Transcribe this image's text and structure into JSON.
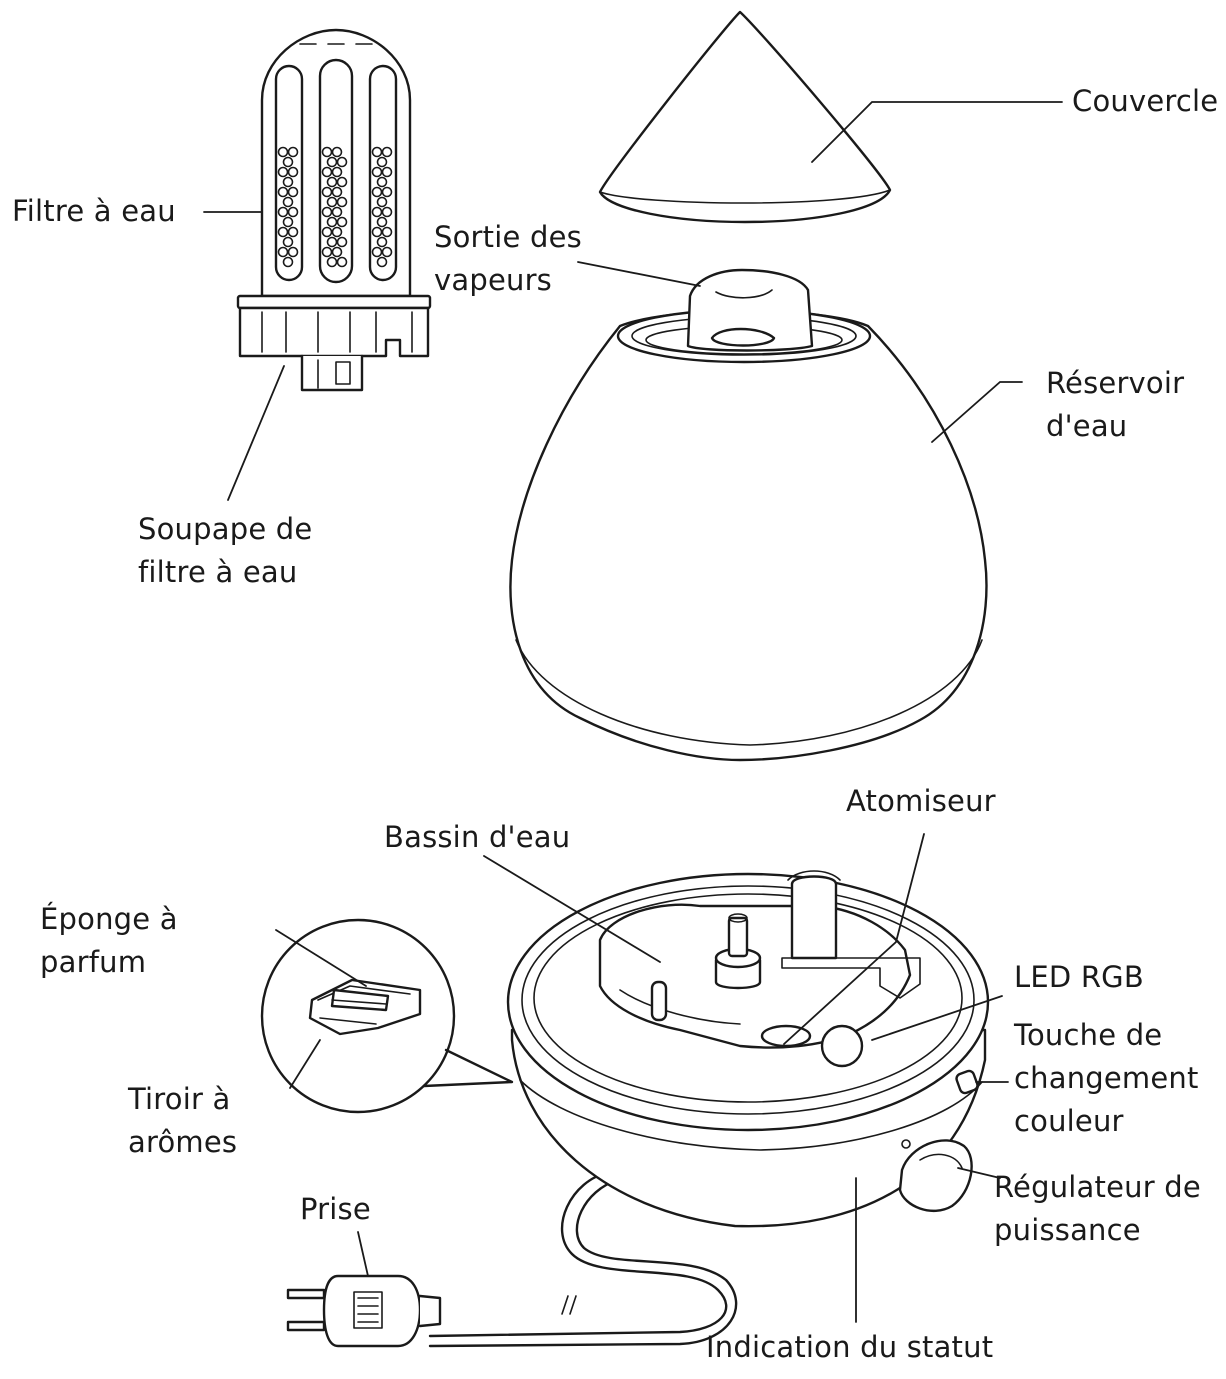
{
  "labels": {
    "couvercle": "Couvercle",
    "filtre_eau": "Filtre à eau",
    "sortie_vapeurs": "Sortie des\nvapeurs",
    "reservoir_eau": "Réservoir\nd'eau",
    "soupape_filtre": "Soupape de\nfiltre à eau",
    "atomiseur": "Atomiseur",
    "bassin_eau": "Bassin d'eau",
    "eponge_parfum": "Éponge à\nparfum",
    "led_rgb": "LED RGB",
    "touche_couleur": "Touche de\nchangement\ncouleur",
    "tiroir_aromes": "Tiroir à\narômes",
    "regulateur_puissance": "Régulateur de\npuissance",
    "prise": "Prise",
    "indication_statut": "Indication du statut"
  },
  "colors": {
    "line": "#1a1a1a",
    "background": "#ffffff"
  }
}
